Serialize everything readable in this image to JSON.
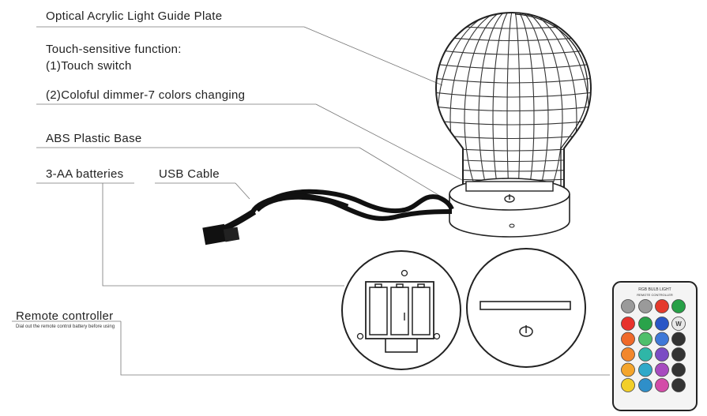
{
  "labels": {
    "light_guide_plate": "Optical Acrylic Light Guide Plate",
    "touch_function": "Touch-sensitive function:",
    "touch_switch": "(1)Touch switch",
    "dimmer": "(2)Coloful dimmer-7 colors changing",
    "base": "ABS Plastic Base",
    "batteries": "3-AA batteries",
    "usb_cable": "USB Cable",
    "remote_controller": "Remote controller",
    "remote_note": "Dial out the remote control battery before using"
  },
  "remote": {
    "header_line1": "RGB BULB LIGHT",
    "header_line2": "REMOTE CONTROLLER",
    "w_button": "W",
    "button_colors": {
      "row1": [
        "#9a9a9a",
        "#9a9a9a",
        "#e53a2c",
        "#27a047"
      ],
      "grid": [
        [
          "#e8322c",
          "#2aa34a",
          "#2a56c6",
          "#333333"
        ],
        [
          "#ef6a2a",
          "#4fbf6b",
          "#3f79d8",
          "#333333"
        ],
        [
          "#f2872c",
          "#2fb6a7",
          "#7b4cc4",
          "#333333"
        ],
        [
          "#f4a52c",
          "#31a9c9",
          "#a74cbf",
          "#333333"
        ],
        [
          "#f2cf2a",
          "#2f8fc9",
          "#d34ca8",
          "#333333"
        ]
      ]
    }
  }
}
